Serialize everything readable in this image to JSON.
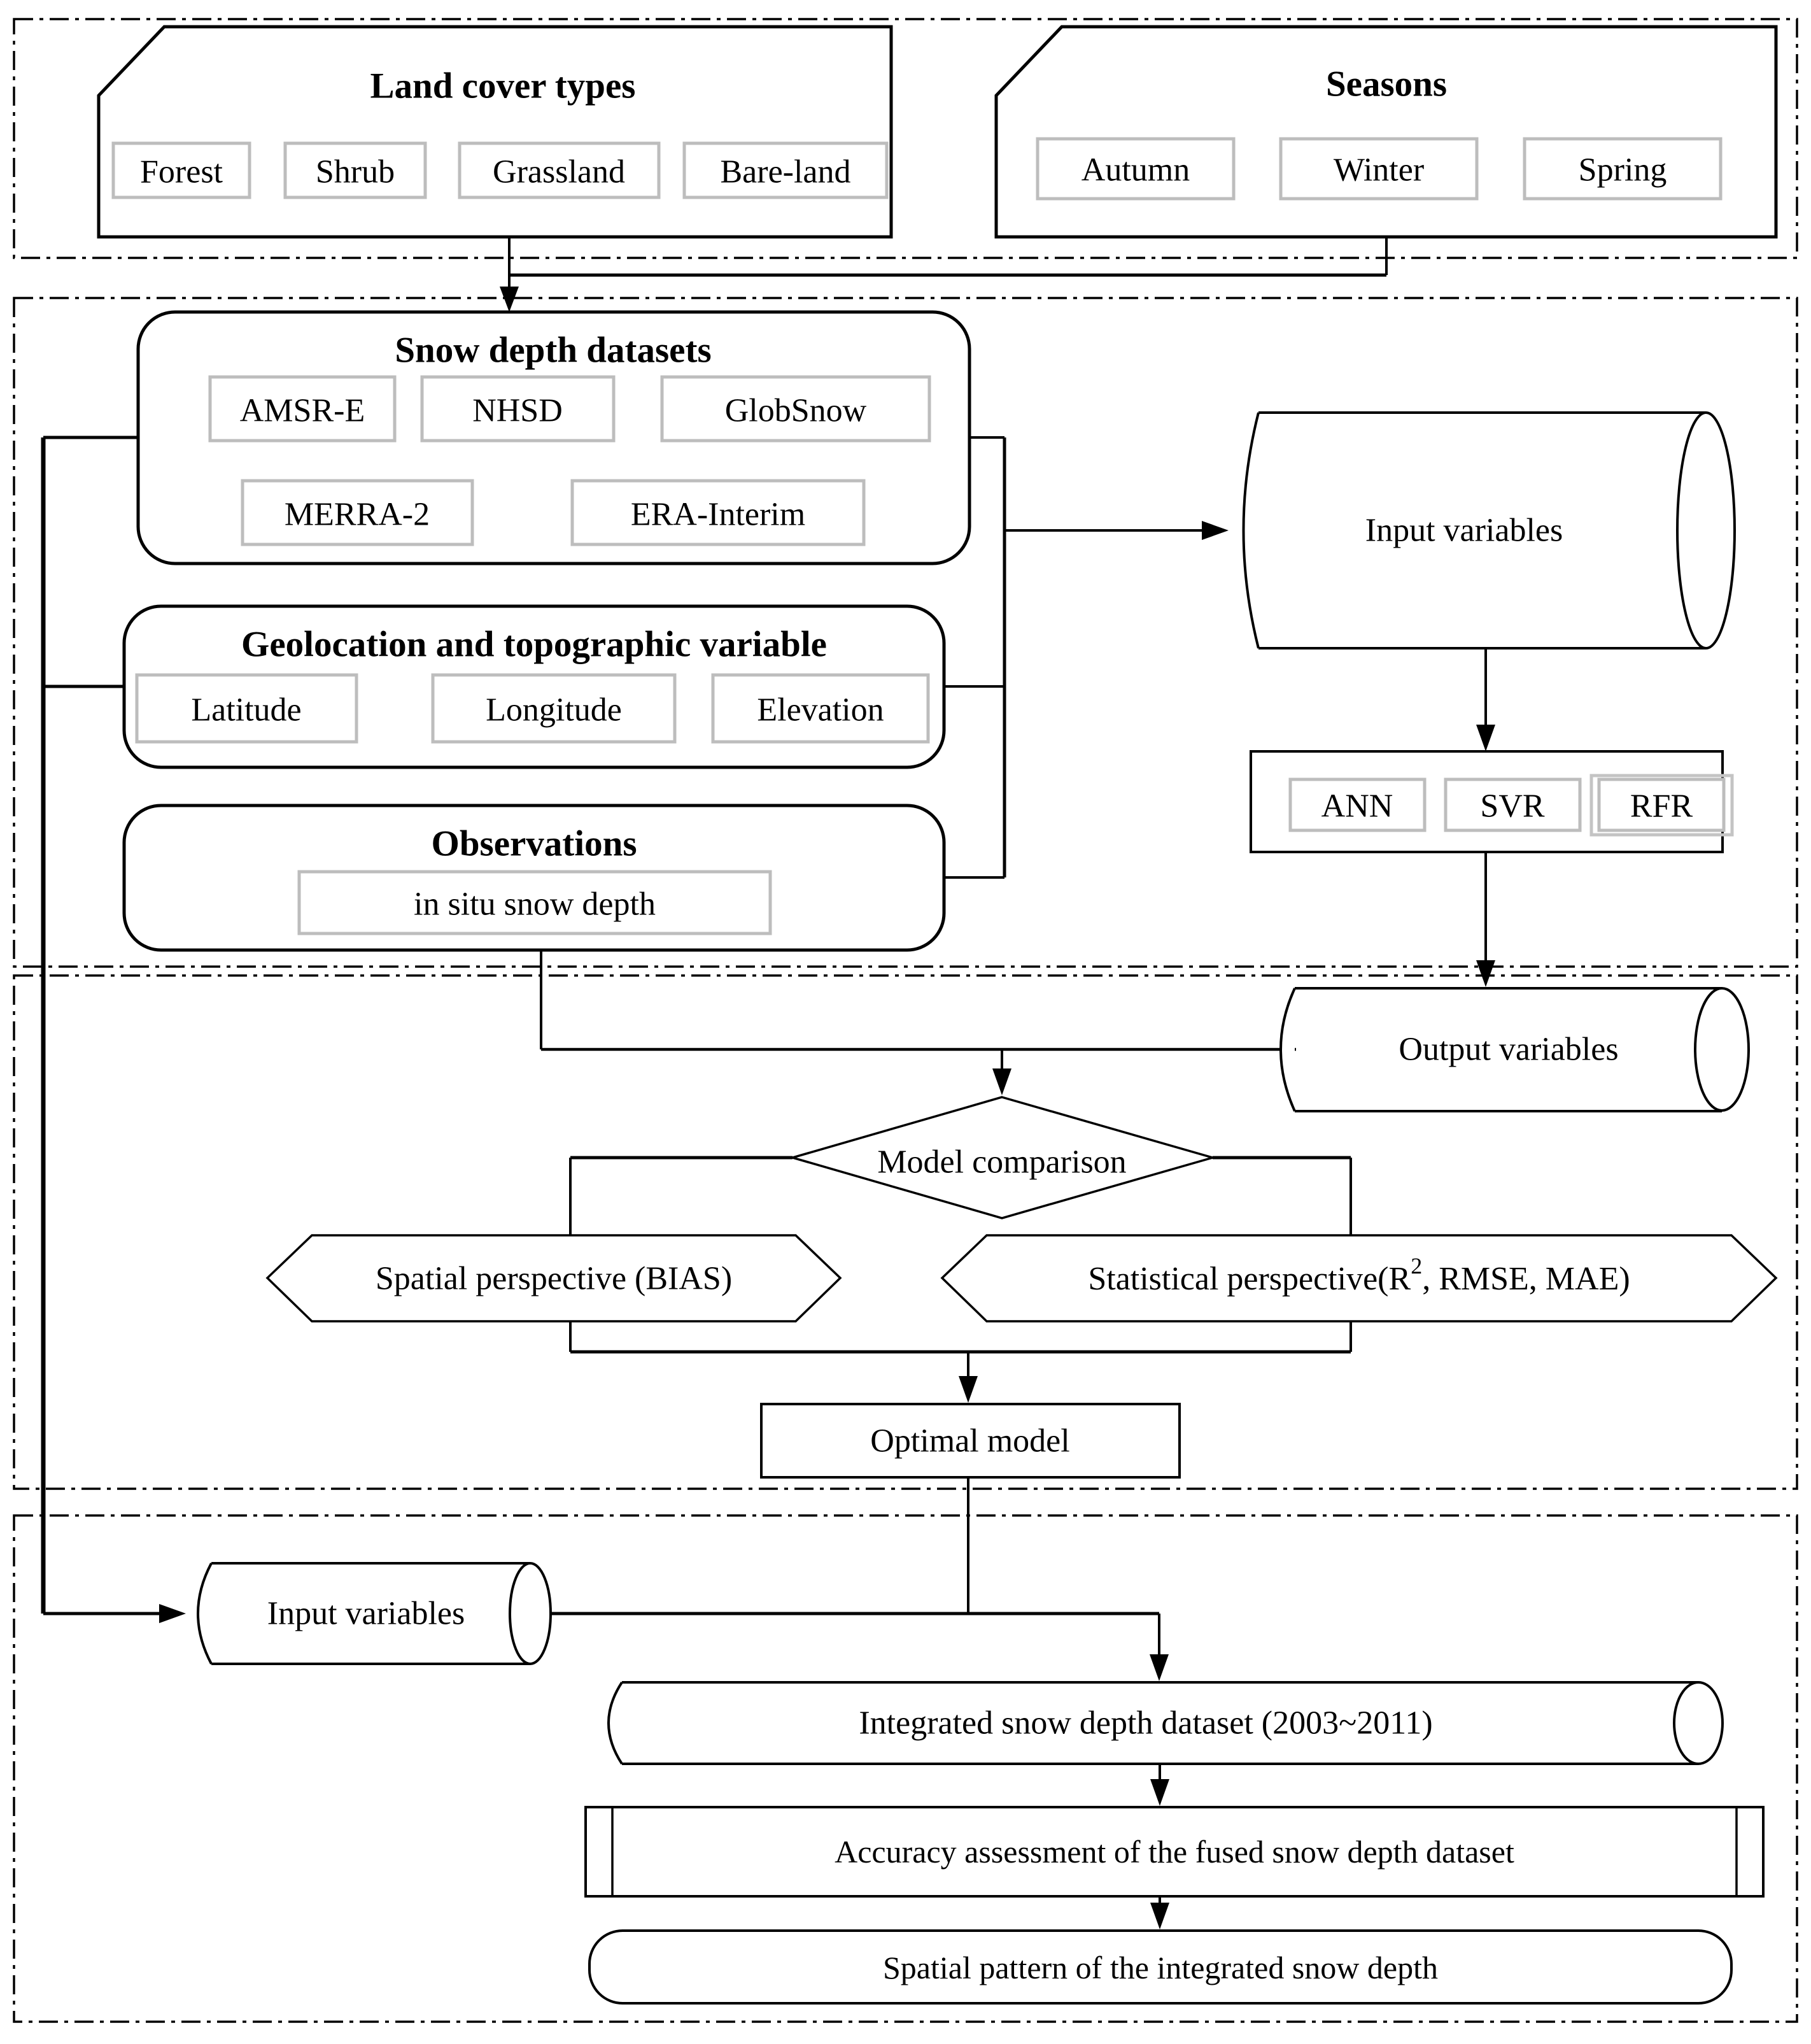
{
  "diagram": {
    "type": "flowchart",
    "topic": "Snow depth dataset fusion workflow"
  },
  "inputs_section": {
    "land_cover": {
      "title": "Land cover types",
      "items": [
        "Forest",
        "Shrub",
        "Grassland",
        "Bare-land"
      ]
    },
    "seasons": {
      "title": "Seasons",
      "items": [
        "Autumn",
        "Winter",
        "Spring"
      ]
    }
  },
  "training_section": {
    "snow_depth_datasets": {
      "title": "Snow depth datasets",
      "items": [
        "AMSR-E",
        "NHSD",
        "GlobSnow",
        "MERRA-2",
        "ERA-Interim"
      ]
    },
    "geolocation": {
      "title": "Geolocation and topographic variable",
      "items": [
        "Latitude",
        "Longitude",
        "Elevation"
      ]
    },
    "observations": {
      "title": "Observations",
      "items": [
        "in situ snow depth"
      ]
    },
    "input_variables_label": "Input variables",
    "models": [
      "ANN",
      "SVR",
      "RFR"
    ]
  },
  "evaluation_section": {
    "output_variables_label": "Output variables",
    "model_comparison_label": "Model comparison",
    "spatial_perspective_label": "Spatial perspective (BIAS)",
    "statistical_perspective": {
      "prefix": "Statistical perspective(R",
      "sup": "2",
      "suffix": ", RMSE, MAE)"
    },
    "optimal_model_label": "Optimal model"
  },
  "application_section": {
    "input_variables_label": "Input variables",
    "integrated_dataset_label": "Integrated snow depth dataset (2003~2011)",
    "accuracy_assessment_label": "Accuracy assessment of the fused snow depth dataset",
    "spatial_pattern_label": "Spatial pattern of the integrated snow depth"
  },
  "colors": {
    "line": "#000000",
    "item_border": "#bdbdbd",
    "background": "#ffffff"
  }
}
